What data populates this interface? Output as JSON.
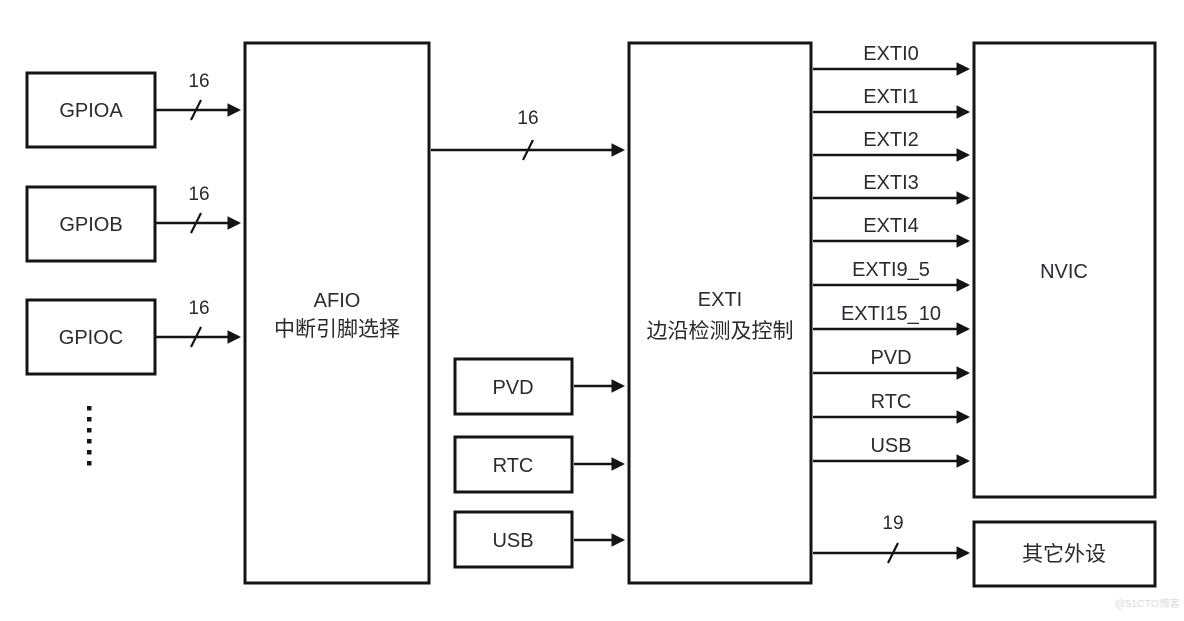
{
  "diagram": {
    "colors": {
      "line": "#141414",
      "text": "#2a2a31",
      "background": "#ffffff",
      "watermark": "#d9d9d9"
    },
    "blocks": {
      "gpioa": "GPIOA",
      "gpiob": "GPIOB",
      "gpioc": "GPIOC",
      "afio_title": "AFIO",
      "afio_subtitle": "中断引脚选择",
      "exti_title": "EXTI",
      "exti_subtitle": "边沿检测及控制",
      "nvic": "NVIC",
      "pvd": "PVD",
      "rtc": "RTC",
      "usb": "USB",
      "other_peripherals": "其它外设"
    },
    "bus_widths": {
      "gpioa_to_afio": "16",
      "gpiob_to_afio": "16",
      "gpioc_to_afio": "16",
      "afio_to_exti": "16",
      "exti_to_other": "19"
    },
    "exti_lines": [
      "EXTI0",
      "EXTI1",
      "EXTI2",
      "EXTI3",
      "EXTI4",
      "EXTI9_5",
      "EXTI15_10",
      "PVD",
      "RTC",
      "USB"
    ],
    "watermark": "@51CTO博客"
  }
}
